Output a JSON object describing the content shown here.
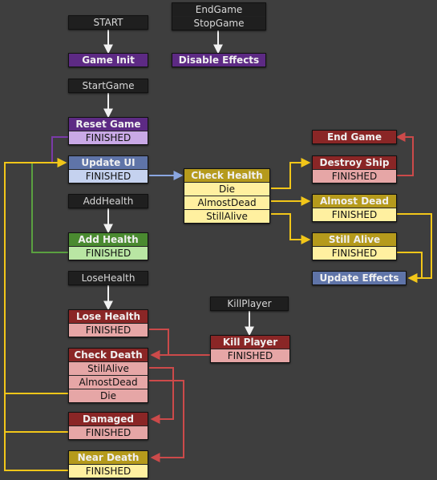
{
  "colors": {
    "background": "#3e3e3e",
    "event": "#1f1f1f",
    "event_text": "#d8d8d8",
    "purple": "#5d2a84",
    "purple_light": "#c9a9e6",
    "blue": "#5f74a8",
    "blue_light": "#c5d2ef",
    "green": "#4a8a30",
    "green_light": "#b9e6a3",
    "red": "#8a2626",
    "red_light": "#e6a6a6",
    "yellow": "#b59a1c",
    "yellow_light": "#fff0a0",
    "wire_white": "#f2f2f2",
    "wire_yellow": "#f2c619",
    "wire_red": "#cc4a4a",
    "wire_purple": "#7a3aa8",
    "wire_green": "#5aa040",
    "wire_blue": "#8aa6e0"
  },
  "nodes": [
    {
      "id": "ev-start",
      "kind": "event",
      "rows": [
        "START"
      ]
    },
    {
      "id": "ev-endgame",
      "kind": "event",
      "rows": [
        "EndGame",
        "StopGame"
      ]
    },
    {
      "id": "st-game-init",
      "kind": "state",
      "color": "purple",
      "title": "Game Init",
      "rows": []
    },
    {
      "id": "st-disable-effects",
      "kind": "state",
      "color": "purple",
      "title": "Disable Effects",
      "rows": []
    },
    {
      "id": "ev-startgame",
      "kind": "event",
      "rows": [
        "StartGame"
      ]
    },
    {
      "id": "st-reset-game",
      "kind": "state",
      "color": "purple",
      "title": "Reset Game",
      "rows": [
        "FINISHED"
      ]
    },
    {
      "id": "st-update-ui",
      "kind": "state",
      "color": "blue",
      "title": "Update UI",
      "rows": [
        "FINISHED"
      ]
    },
    {
      "id": "st-check-health",
      "kind": "state",
      "color": "yellow",
      "title": "Check Health",
      "rows": [
        "Die",
        "AlmostDead",
        "StillAlive"
      ]
    },
    {
      "id": "st-end-game",
      "kind": "state",
      "color": "red",
      "title": "End Game",
      "rows": []
    },
    {
      "id": "st-destroy-ship",
      "kind": "state",
      "color": "red",
      "title": "Destroy Ship",
      "rows": [
        "FINISHED"
      ]
    },
    {
      "id": "ev-addhealth",
      "kind": "event",
      "rows": [
        "AddHealth"
      ]
    },
    {
      "id": "st-almost-dead",
      "kind": "state",
      "color": "yellow",
      "title": "Almost Dead",
      "rows": [
        "FINISHED"
      ]
    },
    {
      "id": "st-add-health",
      "kind": "state",
      "color": "green",
      "title": "Add Health",
      "rows": [
        "FINISHED"
      ]
    },
    {
      "id": "st-still-alive",
      "kind": "state",
      "color": "yellow",
      "title": "Still Alive",
      "rows": [
        "FINISHED"
      ]
    },
    {
      "id": "ev-losehealth",
      "kind": "event",
      "rows": [
        "LoseHealth"
      ]
    },
    {
      "id": "st-update-effects",
      "kind": "state",
      "color": "blue",
      "title": "Update Effects",
      "rows": []
    },
    {
      "id": "ev-killplayer",
      "kind": "event",
      "rows": [
        "KillPlayer"
      ]
    },
    {
      "id": "st-lose-health",
      "kind": "state",
      "color": "red",
      "title": "Lose Health",
      "rows": [
        "FINISHED"
      ]
    },
    {
      "id": "st-kill-player",
      "kind": "state",
      "color": "red",
      "title": "Kill Player",
      "rows": [
        "FINISHED"
      ]
    },
    {
      "id": "st-check-death",
      "kind": "state",
      "color": "red",
      "title": "Check Death",
      "rows": [
        "StillAlive",
        "AlmostDead",
        "Die"
      ]
    },
    {
      "id": "st-damaged",
      "kind": "state",
      "color": "red",
      "title": "Damaged",
      "rows": [
        "FINISHED"
      ]
    },
    {
      "id": "st-near-death",
      "kind": "state",
      "color": "yellow",
      "title": "Near Death",
      "rows": [
        "FINISHED"
      ]
    }
  ]
}
